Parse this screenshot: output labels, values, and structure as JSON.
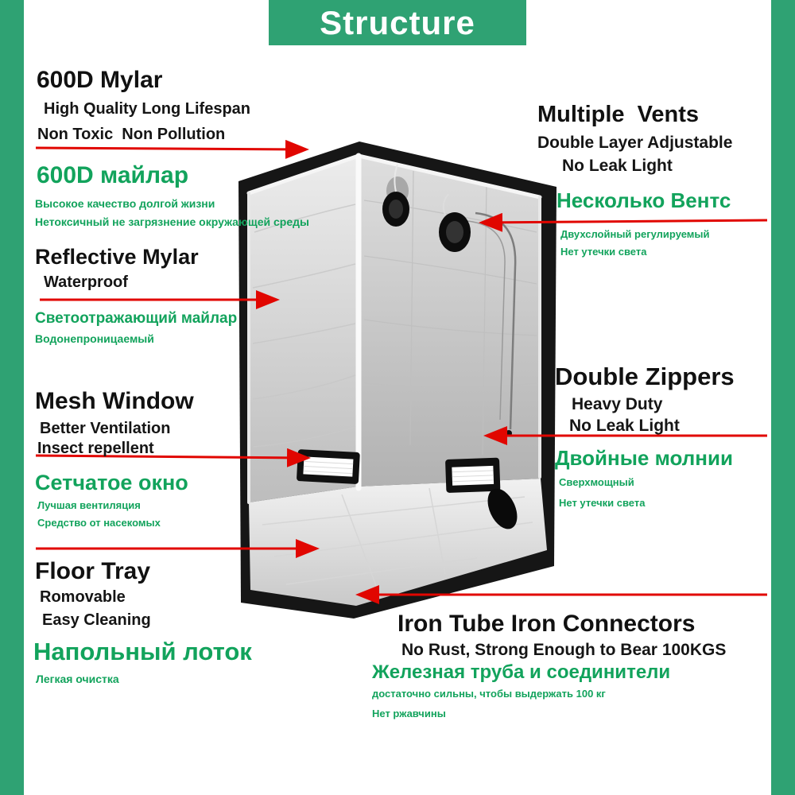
{
  "theme": {
    "bar_green": "#2FA273",
    "text_green": "#12A35C",
    "line_red": "#E10600",
    "banner_text_color": "#FFFFFF",
    "tent_black": "#161616",
    "tent_silver": "#D8D8D8"
  },
  "banner": {
    "title": "Structure"
  },
  "sections": {
    "mylar": {
      "title_en": "600D Mylar",
      "sub1_en": "High Quality Long Lifespan",
      "sub2_en": "Non Toxic  Non Pollution",
      "title_ru": "600D майлар",
      "sub1_ru": "Высокое качество долгой жизни",
      "sub2_ru": "Нетоксичный не загрязнение окружающей среды"
    },
    "reflective": {
      "title_en": "Reflective Mylar",
      "sub1_en": "Waterproof",
      "title_ru": "Светоотражающий майлар",
      "sub1_ru": "Водонепроницаемый"
    },
    "mesh": {
      "title_en": "Mesh Window",
      "sub1_en": "Better Ventilation",
      "sub2_en": "Insect repellent",
      "title_ru": "Сетчатое окно",
      "sub1_ru": "Лучшая вентиляция",
      "sub2_ru": "Средство от насекомых"
    },
    "floor": {
      "title_en": "Floor Tray",
      "sub1_en": "Romovable",
      "sub2_en": "Easy Cleaning",
      "title_ru": "Напольный лоток",
      "sub1_ru": "Легкая очистка"
    },
    "vents": {
      "title_en": "Multiple  Vents",
      "sub1_en": "Double Layer Adjustable",
      "sub2_en": "No Leak Light",
      "title_ru": "Несколько Вентс",
      "sub1_ru": "Двухслойный регулируемый",
      "sub2_ru": "Нет утечки света"
    },
    "zippers": {
      "title_en": "Double Zippers",
      "sub1_en": "Heavy Duty",
      "sub2_en": "No Leak Light",
      "title_ru": "Двойные молнии",
      "sub1_ru": "Сверхмощный",
      "sub2_ru": "Нет утечки света"
    },
    "iron": {
      "title_en": "Iron Tube Iron Connectors",
      "sub1_en": "No Rust, Strong Enough to Bear 100KGS",
      "title_ru": "Железная труба и соединители",
      "sub1_ru": "достаточно сильны, чтобы выдержать 100 кг",
      "sub2_ru": "Нет ржавчины"
    }
  }
}
